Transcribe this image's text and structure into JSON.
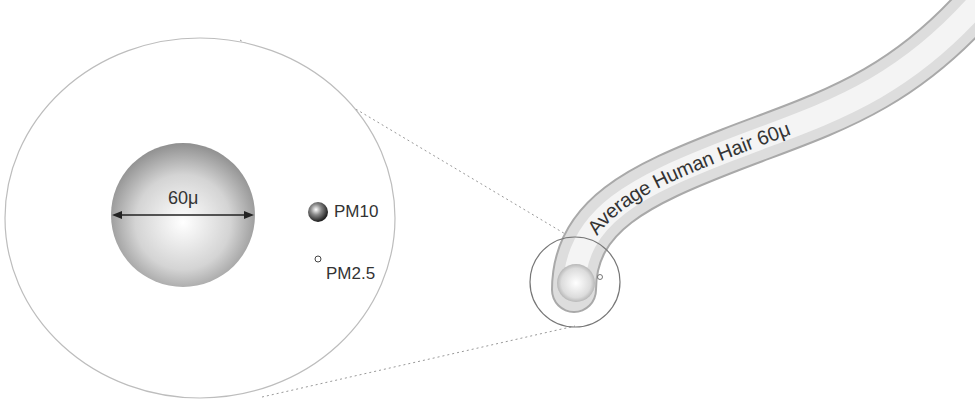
{
  "diagram": {
    "labels": [
      "60μ",
      "PM10",
      "PM2.5",
      "Average Human Hair 60μ"
    ]
  }
}
